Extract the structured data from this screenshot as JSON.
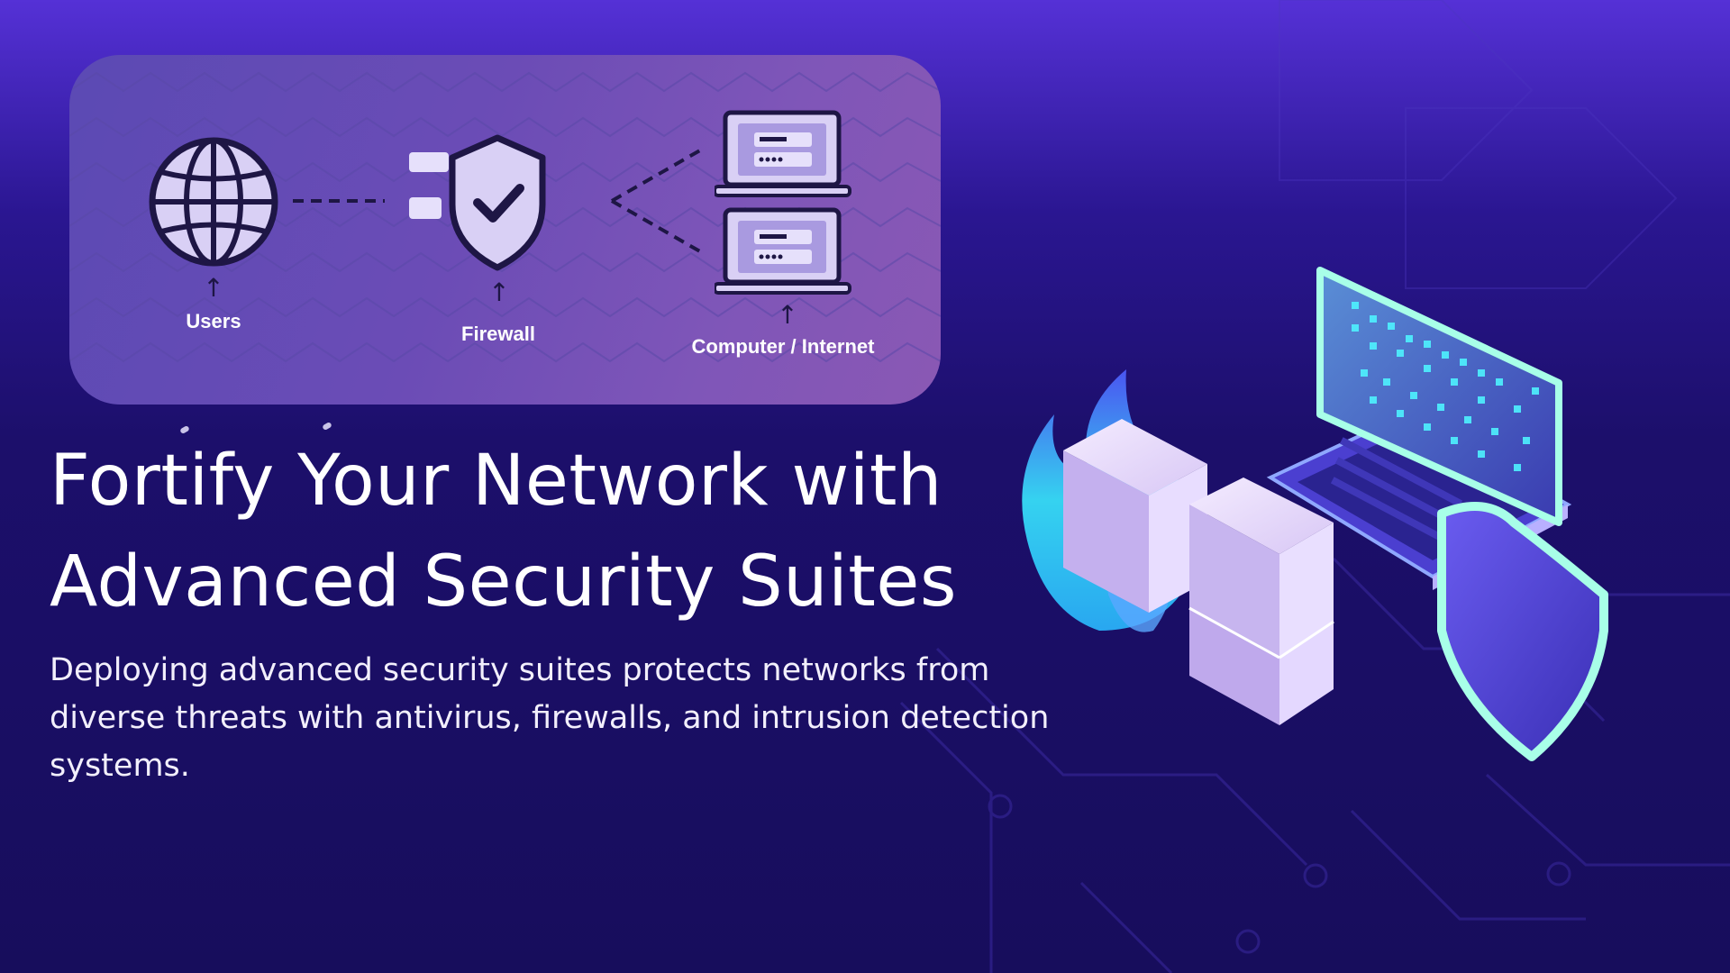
{
  "diagram": {
    "nodes": [
      {
        "label": "Users",
        "icon": "globe-icon"
      },
      {
        "label": "Firewall",
        "icon": "shield-check-icon"
      },
      {
        "label": "Computer / Internet",
        "icon": "laptop-icon"
      }
    ],
    "arrow_glyph": "↑"
  },
  "headline": {
    "line1": "Fortify Your Network with",
    "line2": "Advanced Security Suites"
  },
  "description": "Deploying advanced security suites protects networks from diverse threats with antivirus, firewalls, and intrusion detection systems.",
  "illustration": {
    "icons": [
      "firewall-brick-icon",
      "flame-icon",
      "laptop-icon",
      "shield-icon"
    ]
  },
  "colors": {
    "background_top": "#5531d6",
    "background_bottom": "#170d5c",
    "card": "#6b4cb6",
    "accent_cyan": "#38e8ff",
    "icon_fill": "#d9d0f5",
    "icon_stroke": "#1e1645"
  }
}
